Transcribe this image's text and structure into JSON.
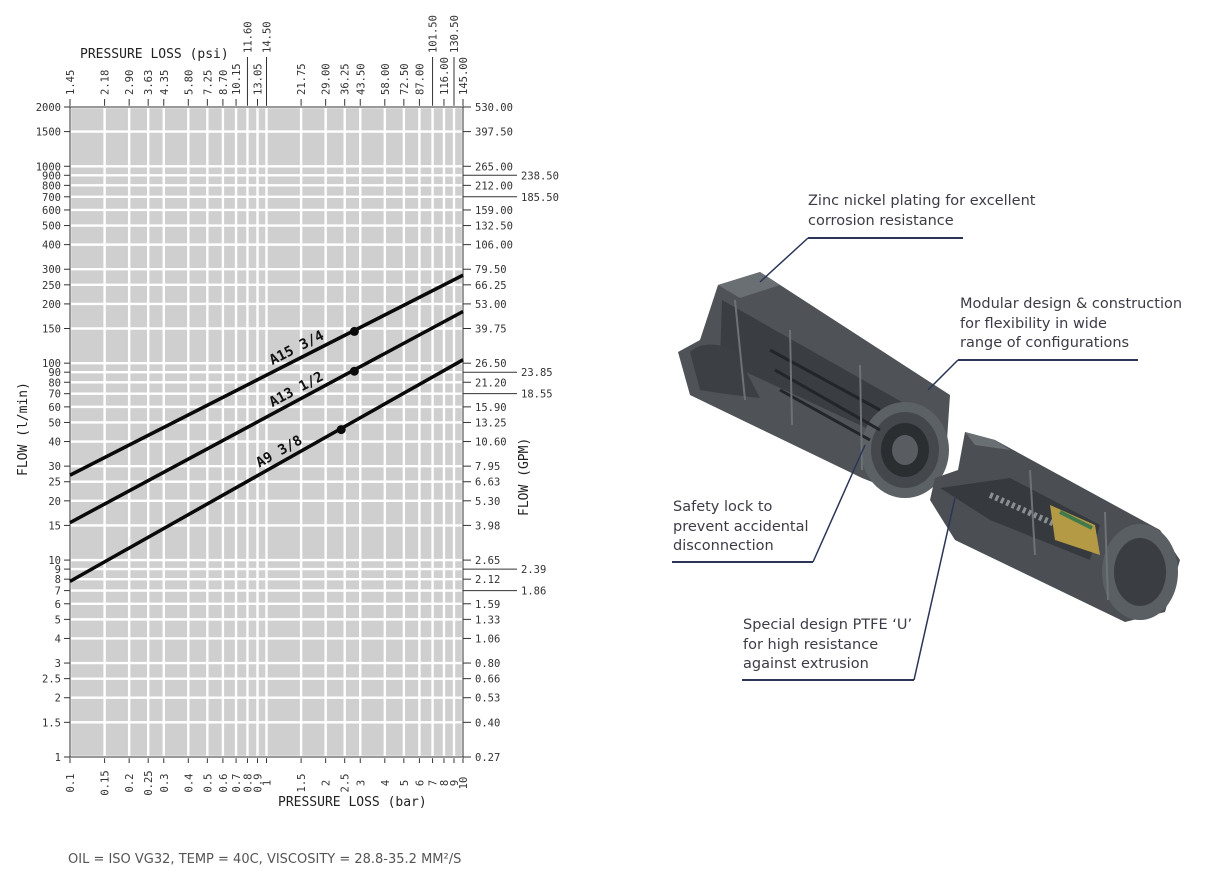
{
  "chart_data": {
    "type": "line",
    "scale": "log-log",
    "grid": true,
    "xlabel": "PRESSURE LOSS (bar)",
    "x2label": "PRESSURE LOSS (psi)",
    "ylabel": "FLOW (l/min)",
    "y2label": "FLOW (GPM)",
    "xlim": [
      0.1,
      10
    ],
    "ylim": [
      1,
      2000
    ],
    "x_ticks": [
      {
        "v": 0.1,
        "t": "0.1"
      },
      {
        "v": 0.15,
        "t": "0.15"
      },
      {
        "v": 0.2,
        "t": "0.2"
      },
      {
        "v": 0.25,
        "t": "0.25"
      },
      {
        "v": 0.3,
        "t": "0.3"
      },
      {
        "v": 0.4,
        "t": "0.4"
      },
      {
        "v": 0.5,
        "t": "0.5"
      },
      {
        "v": 0.6,
        "t": "0.6"
      },
      {
        "v": 0.7,
        "t": "0.7"
      },
      {
        "v": 0.8,
        "t": "0.8"
      },
      {
        "v": 0.9,
        "t": "0.9"
      },
      {
        "v": 1,
        "t": "1"
      },
      {
        "v": 1.5,
        "t": "1.5"
      },
      {
        "v": 2,
        "t": "2"
      },
      {
        "v": 2.5,
        "t": "2.5"
      },
      {
        "v": 3,
        "t": "3"
      },
      {
        "v": 4,
        "t": "4"
      },
      {
        "v": 5,
        "t": "5"
      },
      {
        "v": 6,
        "t": "6"
      },
      {
        "v": 7,
        "t": "7"
      },
      {
        "v": 8,
        "t": "8"
      },
      {
        "v": 9,
        "t": "9"
      },
      {
        "v": 10,
        "t": "10"
      }
    ],
    "x2_ticks": [
      {
        "v": 0.1,
        "t": "1.45",
        "tier": 0
      },
      {
        "v": 0.15,
        "t": "2.18",
        "tier": 0
      },
      {
        "v": 0.2,
        "t": "2.90",
        "tier": 0
      },
      {
        "v": 0.25,
        "t": "3.63",
        "tier": 0
      },
      {
        "v": 0.3,
        "t": "4.35",
        "tier": 0
      },
      {
        "v": 0.4,
        "t": "5.80",
        "tier": 0
      },
      {
        "v": 0.5,
        "t": "7.25",
        "tier": 0
      },
      {
        "v": 0.6,
        "t": "8.70",
        "tier": 0
      },
      {
        "v": 0.7,
        "t": "10.15",
        "tier": 0
      },
      {
        "v": 0.8,
        "t": "11.60",
        "tier": 1
      },
      {
        "v": 0.9,
        "t": "13.05",
        "tier": 0
      },
      {
        "v": 1,
        "t": "14.50",
        "tier": 1
      },
      {
        "v": 1.5,
        "t": "21.75",
        "tier": 0
      },
      {
        "v": 2,
        "t": "29.00",
        "tier": 0
      },
      {
        "v": 2.5,
        "t": "36.25",
        "tier": 0
      },
      {
        "v": 3,
        "t": "43.50",
        "tier": 0
      },
      {
        "v": 4,
        "t": "58.00",
        "tier": 0
      },
      {
        "v": 5,
        "t": "72.50",
        "tier": 0
      },
      {
        "v": 6,
        "t": "87.00",
        "tier": 0
      },
      {
        "v": 7,
        "t": "101.50",
        "tier": 1
      },
      {
        "v": 8,
        "t": "116.00",
        "tier": 0
      },
      {
        "v": 9,
        "t": "130.50",
        "tier": 1
      },
      {
        "v": 10,
        "t": "145.00",
        "tier": 0
      }
    ],
    "y_ticks": [
      {
        "v": 1,
        "t": "1"
      },
      {
        "v": 1.5,
        "t": "1.5"
      },
      {
        "v": 2,
        "t": "2"
      },
      {
        "v": 2.5,
        "t": "2.5"
      },
      {
        "v": 3,
        "t": "3"
      },
      {
        "v": 4,
        "t": "4"
      },
      {
        "v": 5,
        "t": "5"
      },
      {
        "v": 6,
        "t": "6"
      },
      {
        "v": 7,
        "t": "7"
      },
      {
        "v": 8,
        "t": "8"
      },
      {
        "v": 9,
        "t": "9"
      },
      {
        "v": 10,
        "t": "10"
      },
      {
        "v": 15,
        "t": "15"
      },
      {
        "v": 20,
        "t": "20"
      },
      {
        "v": 25,
        "t": "25"
      },
      {
        "v": 30,
        "t": "30"
      },
      {
        "v": 40,
        "t": "40"
      },
      {
        "v": 50,
        "t": "50"
      },
      {
        "v": 60,
        "t": "60"
      },
      {
        "v": 70,
        "t": "70"
      },
      {
        "v": 80,
        "t": "80"
      },
      {
        "v": 90,
        "t": "90"
      },
      {
        "v": 100,
        "t": "100"
      },
      {
        "v": 150,
        "t": "150"
      },
      {
        "v": 200,
        "t": "200"
      },
      {
        "v": 250,
        "t": "250"
      },
      {
        "v": 300,
        "t": "300"
      },
      {
        "v": 400,
        "t": "400"
      },
      {
        "v": 500,
        "t": "500"
      },
      {
        "v": 600,
        "t": "600"
      },
      {
        "v": 700,
        "t": "700"
      },
      {
        "v": 800,
        "t": "800"
      },
      {
        "v": 900,
        "t": "900"
      },
      {
        "v": 1000,
        "t": "1000"
      },
      {
        "v": 1500,
        "t": "1500"
      },
      {
        "v": 2000,
        "t": "2000"
      }
    ],
    "y2_ticks": [
      {
        "v": 1,
        "t": "0.27",
        "tier": 0
      },
      {
        "v": 1.5,
        "t": "0.40",
        "tier": 0
      },
      {
        "v": 2,
        "t": "0.53",
        "tier": 0
      },
      {
        "v": 2.5,
        "t": "0.66",
        "tier": 0
      },
      {
        "v": 3,
        "t": "0.80",
        "tier": 0
      },
      {
        "v": 4,
        "t": "1.06",
        "tier": 0
      },
      {
        "v": 5,
        "t": "1.33",
        "tier": 0
      },
      {
        "v": 6,
        "t": "1.59",
        "tier": 0
      },
      {
        "v": 7,
        "t": "1.86",
        "tier": 1
      },
      {
        "v": 8,
        "t": "2.12",
        "tier": 0
      },
      {
        "v": 9,
        "t": "2.39",
        "tier": 1
      },
      {
        "v": 10,
        "t": "2.65",
        "tier": 0
      },
      {
        "v": 15,
        "t": "3.98",
        "tier": 0
      },
      {
        "v": 20,
        "t": "5.30",
        "tier": 0
      },
      {
        "v": 25,
        "t": "6.63",
        "tier": 0
      },
      {
        "v": 30,
        "t": "7.95",
        "tier": 0
      },
      {
        "v": 40,
        "t": "10.60",
        "tier": 0
      },
      {
        "v": 50,
        "t": "13.25",
        "tier": 0
      },
      {
        "v": 60,
        "t": "15.90",
        "tier": 0
      },
      {
        "v": 70,
        "t": "18.55",
        "tier": 1
      },
      {
        "v": 80,
        "t": "21.20",
        "tier": 0
      },
      {
        "v": 90,
        "t": "23.85",
        "tier": 1
      },
      {
        "v": 100,
        "t": "26.50",
        "tier": 0
      },
      {
        "v": 150,
        "t": "39.75",
        "tier": 0
      },
      {
        "v": 200,
        "t": "53.00",
        "tier": 0
      },
      {
        "v": 250,
        "t": "66.25",
        "tier": 0
      },
      {
        "v": 300,
        "t": "79.50",
        "tier": 0
      },
      {
        "v": 400,
        "t": "106.00",
        "tier": 0
      },
      {
        "v": 500,
        "t": "132.50",
        "tier": 0
      },
      {
        "v": 600,
        "t": "159.00",
        "tier": 0
      },
      {
        "v": 700,
        "t": "185.50",
        "tier": 1
      },
      {
        "v": 800,
        "t": "212.00",
        "tier": 0
      },
      {
        "v": 900,
        "t": "238.50",
        "tier": 1
      },
      {
        "v": 1000,
        "t": "265.00",
        "tier": 0
      },
      {
        "v": 1500,
        "t": "397.50",
        "tier": 0
      },
      {
        "v": 2000,
        "t": "530.00",
        "tier": 0
      }
    ],
    "series": [
      {
        "name": "A15 3/4",
        "points": [
          [
            0.1,
            27
          ],
          [
            10,
            280
          ]
        ],
        "marker": [
          2.8,
          145
        ]
      },
      {
        "name": "A13 1/2",
        "points": [
          [
            0.1,
            15.5
          ],
          [
            10,
            183
          ]
        ],
        "marker": [
          2.8,
          91
        ]
      },
      {
        "name": "A9 3/8",
        "points": [
          [
            0.1,
            7.8
          ],
          [
            10,
            104
          ]
        ],
        "marker": [
          2.4,
          46
        ]
      }
    ]
  },
  "callouts": [
    {
      "key": "zinc",
      "lines": [
        "Zinc nickel plating for excellent",
        "corrosion resistance"
      ]
    },
    {
      "key": "modular",
      "lines": [
        "Modular design & construction",
        "for flexibility in wide",
        "range of configurations"
      ]
    },
    {
      "key": "safety",
      "lines": [
        "Safety lock to",
        "prevent accidental",
        "disconnection"
      ]
    },
    {
      "key": "ptfe",
      "lines": [
        "Special design PTFE ‘U’",
        "for high resistance",
        "against extrusion"
      ]
    }
  ],
  "footnote": "OIL = ISO VG32, TEMP = 40C, VISCOSITY = 28.8-35.2 MM²/S",
  "colors": {
    "grid_bg": "#cfcfcf",
    "grid_line": "#ffffff",
    "series": "#0a0a0a",
    "callout_line": "#2a3557",
    "body_metal": "#55595e"
  }
}
